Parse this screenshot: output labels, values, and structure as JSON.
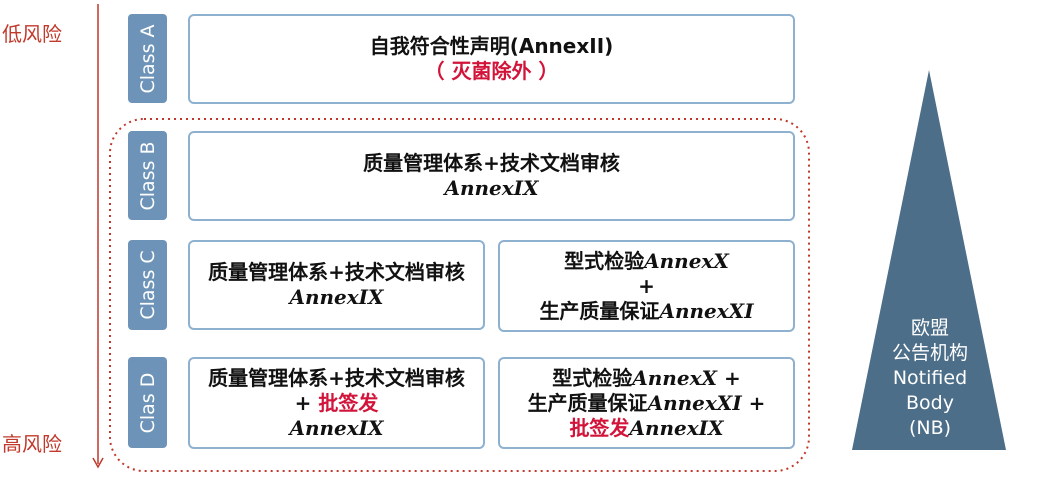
{
  "risk_axis": {
    "low_label": "低风险",
    "high_label": "高风险",
    "color": "#c0392b"
  },
  "colors": {
    "tab": "#6d94b8",
    "box_border": "#8fb1d0",
    "dotted_frame": "#c0392b",
    "highlight_text": "#d2143a",
    "nb_triangle": "#4d6e89"
  },
  "classes": [
    {
      "tab": "Class A",
      "boxes": [
        {
          "lines": [
            {
              "text": "自我符合性声明(AnnexII)",
              "style": "normal"
            },
            {
              "text": "（ 灭菌除外 ）",
              "style": "red"
            }
          ]
        }
      ]
    },
    {
      "tab": "Class B",
      "boxes": [
        {
          "lines": [
            {
              "text": "质量管理体系+技术文档审核",
              "style": "normal"
            },
            {
              "text": "AnnexIX",
              "style": "annex"
            }
          ]
        }
      ]
    },
    {
      "tab": "Class C",
      "boxes": [
        {
          "lines": [
            {
              "text": "质量管理体系+技术文档审核",
              "style": "normal"
            },
            {
              "text": "AnnexIX",
              "style": "annex"
            }
          ]
        },
        {
          "lines": [
            {
              "cn": "型式检验",
              "annex": "AnnexX"
            },
            {
              "text": "+",
              "style": "plus"
            },
            {
              "cn": "生产质量保证",
              "annex": "AnnexXI"
            }
          ]
        }
      ]
    },
    {
      "tab": "Clas D",
      "boxes": [
        {
          "lines": [
            {
              "text": "质量管理体系+技术文档审核",
              "style": "normal"
            },
            {
              "prefix": "+ ",
              "red": "批签发"
            },
            {
              "text": "AnnexIX",
              "style": "annex"
            }
          ]
        },
        {
          "lines": [
            {
              "cn": "型式检验",
              "annex": "AnnexX",
              "suffix": " +"
            },
            {
              "cn": "生产质量保证",
              "annex": "AnnexXI",
              "suffix": " +"
            },
            {
              "red": "批签发",
              "annex": "AnnexIX"
            }
          ]
        }
      ]
    }
  ],
  "notified_body": {
    "lines": [
      "欧盟",
      "公告机构",
      "Notified",
      "Body",
      "(NB)"
    ]
  }
}
